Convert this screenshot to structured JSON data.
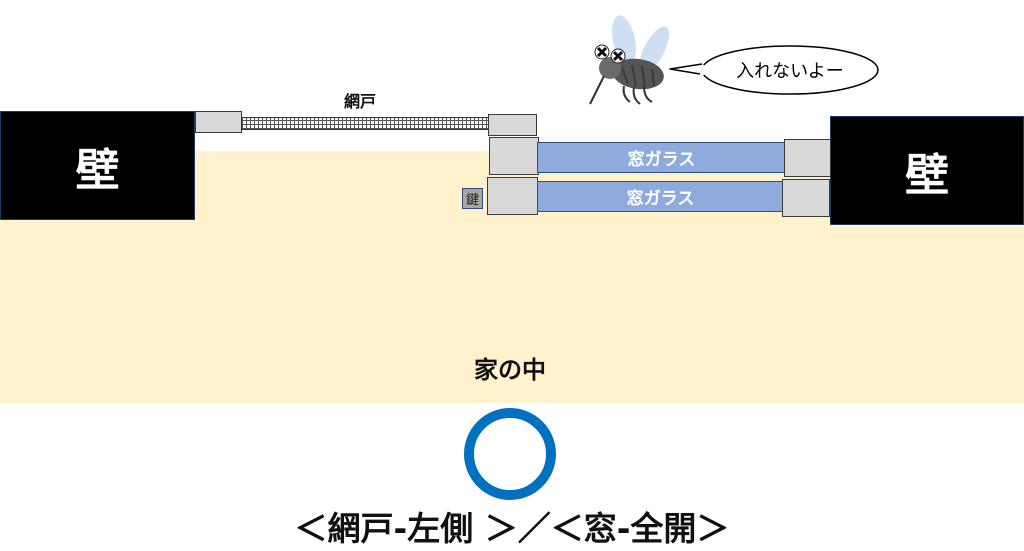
{
  "labels": {
    "wall_left": "壁",
    "wall_right": "壁",
    "screen": "網戸",
    "glass_outer": "窓ガラス",
    "glass_inner": "窓ガラス",
    "key": "鍵",
    "speech": "入れないよー",
    "indoor": "家の中"
  },
  "result_symbol": "circle",
  "title": "＜網戸-左側 ＞／＜窓-全開＞",
  "colors": {
    "indoor": "#fff2cc",
    "wall": "#000000",
    "glass": "#8faadc",
    "frame": "#d9d9d9",
    "ring": "#0070c0"
  },
  "icons": {
    "mosquito": "mosquito-icon",
    "speech_bubble": "speech-bubble-icon",
    "circle_mark": "circle-ok-icon"
  }
}
